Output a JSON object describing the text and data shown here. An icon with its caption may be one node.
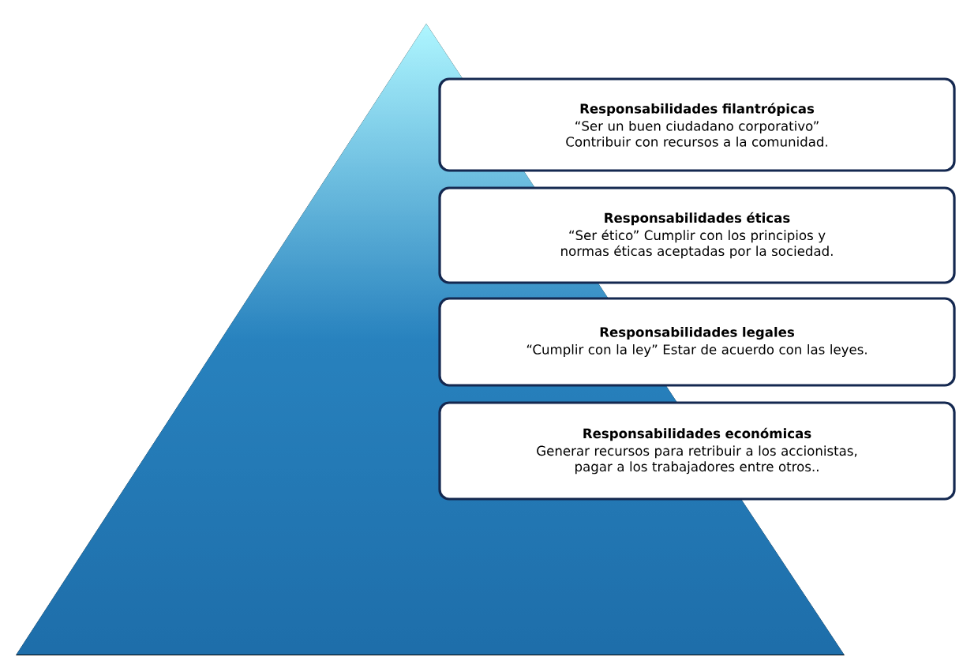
{
  "diagram": {
    "nodes": [
      {
        "text": [
          "Responsabilidades filantrópicas",
          "“Ser un buen ciudadano corporativo” Contribuir con recursos a la comunidad."
        ]
      },
      {
        "text": [
          "Responsabilidades éticas",
          "“Ser ético” Cumplir con los principios y normas éticas aceptadas por la sociedad."
        ]
      },
      {
        "text": [
          "Responsabilidades legales",
          "“Cumplir con la ley” Estar de acuerdo con las leyes."
        ]
      },
      {
        "text": [
          "Responsabilidades económicas",
          "Generar recursos para retribuir a los accionistas, pagar a los trabajadores entre otros.."
        ]
      }
    ]
  }
}
